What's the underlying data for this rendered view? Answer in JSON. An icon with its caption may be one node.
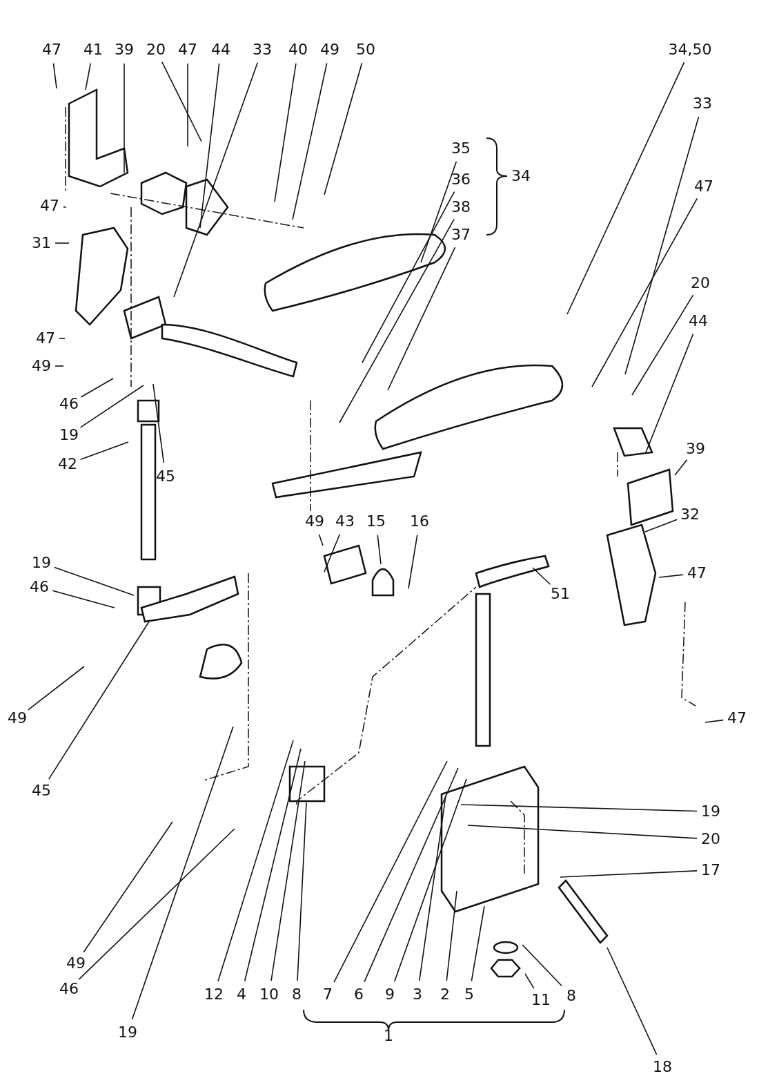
{
  "diagram": {
    "nodes": [
      {
        "text": [
          "47"
        ]
      },
      {
        "text": [
          "41"
        ]
      },
      {
        "text": [
          "39"
        ]
      },
      {
        "text": [
          "20"
        ]
      },
      {
        "text": [
          "47"
        ]
      },
      {
        "text": [
          "44"
        ]
      },
      {
        "text": [
          "33"
        ]
      },
      {
        "text": [
          "40"
        ]
      },
      {
        "text": [
          "49"
        ]
      },
      {
        "text": [
          "50"
        ]
      },
      {
        "text": [
          "34,50"
        ]
      },
      {
        "text": [
          "33"
        ]
      },
      {
        "text": [
          "47"
        ]
      },
      {
        "text": [
          "20"
        ]
      },
      {
        "text": [
          "44"
        ]
      },
      {
        "text": [
          "39"
        ]
      },
      {
        "text": [
          "32"
        ]
      },
      {
        "text": [
          "47"
        ]
      },
      {
        "text": [
          "47"
        ]
      },
      {
        "text": [
          "35"
        ]
      },
      {
        "text": [
          "36"
        ]
      },
      {
        "text": [
          "38"
        ]
      },
      {
        "text": [
          "37"
        ]
      },
      {
        "text": [
          "47"
        ]
      },
      {
        "text": [
          "31"
        ]
      },
      {
        "text": [
          "47"
        ]
      },
      {
        "text": [
          "49"
        ]
      },
      {
        "text": [
          "46"
        ]
      },
      {
        "text": [
          "19"
        ]
      },
      {
        "text": [
          "42"
        ]
      },
      {
        "text": [
          "45"
        ]
      },
      {
        "text": [
          "49"
        ]
      },
      {
        "text": [
          "43"
        ]
      },
      {
        "text": [
          "15"
        ]
      },
      {
        "text": [
          "16"
        ]
      },
      {
        "text": [
          "19"
        ]
      },
      {
        "text": [
          "46"
        ]
      },
      {
        "text": [
          "49"
        ]
      },
      {
        "text": [
          "45"
        ]
      },
      {
        "text": [
          "51"
        ]
      },
      {
        "text": [
          "19"
        ]
      },
      {
        "text": [
          "20"
        ]
      },
      {
        "text": [
          "17"
        ]
      },
      {
        "text": [
          "18"
        ]
      },
      {
        "text": [
          "49"
        ]
      },
      {
        "text": [
          "46"
        ]
      },
      {
        "text": [
          "19"
        ]
      },
      {
        "text": [
          "12"
        ]
      },
      {
        "text": [
          "4"
        ]
      },
      {
        "text": [
          "10"
        ]
      },
      {
        "text": [
          "8"
        ]
      },
      {
        "text": [
          "7"
        ]
      },
      {
        "text": [
          "6"
        ]
      },
      {
        "text": [
          "9"
        ]
      },
      {
        "text": [
          "3"
        ]
      },
      {
        "text": [
          "2"
        ]
      },
      {
        "text": [
          "5"
        ]
      },
      {
        "text": [
          "11"
        ]
      },
      {
        "text": [
          "8"
        ]
      }
    ],
    "edges": [
      {
        "from": 0,
        "to": null,
        "arrow": "none"
      },
      {
        "from": 1,
        "to": null,
        "arrow": "none"
      },
      {
        "from": 2,
        "to": null,
        "arrow": "none"
      },
      {
        "from": 3,
        "to": null,
        "arrow": "none"
      },
      {
        "from": 4,
        "to": null,
        "arrow": "none"
      },
      {
        "from": 5,
        "to": null,
        "arrow": "none"
      },
      {
        "from": 6,
        "to": null,
        "arrow": "none"
      },
      {
        "from": 7,
        "to": null,
        "arrow": "none"
      },
      {
        "from": 8,
        "to": null,
        "arrow": "none"
      },
      {
        "from": 9,
        "to": null,
        "arrow": "none"
      },
      {
        "from": 10,
        "to": null,
        "arrow": "none"
      },
      {
        "from": 11,
        "to": null,
        "arrow": "none"
      },
      {
        "from": 12,
        "to": null,
        "arrow": "none"
      },
      {
        "from": 13,
        "to": null,
        "arrow": "none"
      },
      {
        "from": 14,
        "to": null,
        "arrow": "none"
      },
      {
        "from": 15,
        "to": null,
        "arrow": "none"
      },
      {
        "from": 16,
        "to": null,
        "arrow": "none"
      },
      {
        "from": 17,
        "to": null,
        "arrow": "none"
      },
      {
        "from": 18,
        "to": null,
        "arrow": "none"
      },
      {
        "from": 19,
        "to": null,
        "arrow": "none"
      },
      {
        "from": 20,
        "to": null,
        "arrow": "none"
      },
      {
        "from": 21,
        "to": null,
        "arrow": "none"
      },
      {
        "from": 22,
        "to": null,
        "arrow": "none"
      },
      {
        "from": 23,
        "to": null,
        "arrow": "none"
      },
      {
        "from": 24,
        "to": null,
        "arrow": "none"
      },
      {
        "from": 25,
        "to": null,
        "arrow": "none"
      },
      {
        "from": 26,
        "to": null,
        "arrow": "none"
      },
      {
        "from": 27,
        "to": null,
        "arrow": "none"
      },
      {
        "from": 28,
        "to": null,
        "arrow": "none"
      },
      {
        "from": 29,
        "to": null,
        "arrow": "none"
      },
      {
        "from": 30,
        "to": null,
        "arrow": "none"
      },
      {
        "from": 31,
        "to": null,
        "arrow": "none"
      },
      {
        "from": 32,
        "to": null,
        "arrow": "none"
      },
      {
        "from": 33,
        "to": null,
        "arrow": "none"
      },
      {
        "from": 34,
        "to": null,
        "arrow": "none"
      },
      {
        "from": 35,
        "to": null,
        "arrow": "none"
      },
      {
        "from": 36,
        "to": null,
        "arrow": "none"
      },
      {
        "from": 37,
        "to": null,
        "arrow": "none"
      },
      {
        "from": 38,
        "to": null,
        "arrow": "none"
      },
      {
        "from": 39,
        "to": null,
        "arrow": "none"
      },
      {
        "from": 40,
        "to": null,
        "arrow": "none"
      },
      {
        "from": 41,
        "to": null,
        "arrow": "none"
      },
      {
        "from": 42,
        "to": null,
        "arrow": "none"
      },
      {
        "from": 43,
        "to": null,
        "arrow": "none"
      },
      {
        "from": 44,
        "to": null,
        "arrow": "none"
      },
      {
        "from": 45,
        "to": null,
        "arrow": "none"
      },
      {
        "from": 46,
        "to": null,
        "arrow": "none"
      },
      {
        "from": 47,
        "to": null,
        "arrow": "none"
      },
      {
        "from": 48,
        "to": null,
        "arrow": "none"
      },
      {
        "from": 49,
        "to": null,
        "arrow": "none"
      },
      {
        "from": 50,
        "to": null,
        "arrow": "none"
      },
      {
        "from": 51,
        "to": null,
        "arrow": "none"
      },
      {
        "from": 52,
        "to": null,
        "arrow": "none"
      },
      {
        "from": 53,
        "to": null,
        "arrow": "none"
      },
      {
        "from": 54,
        "to": null,
        "arrow": "none"
      },
      {
        "from": 55,
        "to": null,
        "arrow": "none"
      },
      {
        "from": 56,
        "to": null,
        "arrow": "none"
      },
      {
        "from": 57,
        "to": null,
        "arrow": "none"
      },
      {
        "from": 58,
        "to": null,
        "arrow": "none"
      }
    ],
    "labels": [
      "34",
      "1"
    ]
  }
}
